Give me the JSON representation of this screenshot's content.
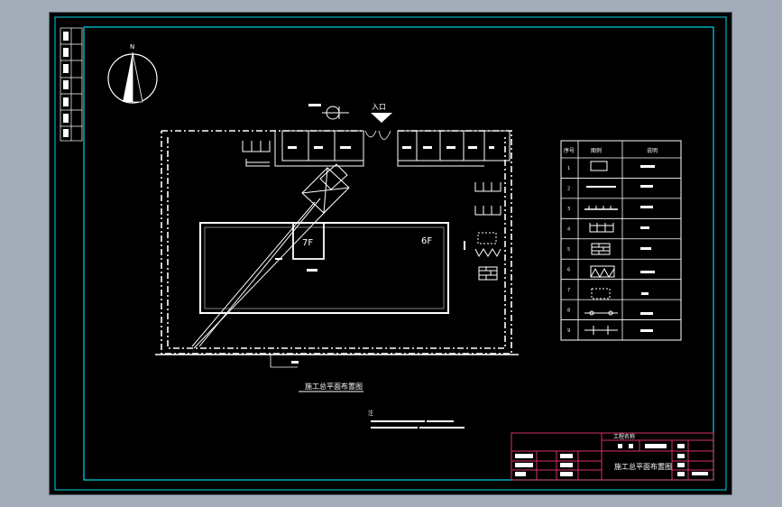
{
  "north": {
    "label": "N"
  },
  "site": {
    "entrance_label": "入口",
    "building_right_label": "6F",
    "building_left_label": "7F",
    "plan_title": "施工总平面布置图"
  },
  "legend": {
    "col_no": "序号",
    "col_symbol": "图例",
    "col_desc": "说明",
    "rows": [
      {
        "no": "1",
        "icon": "building-outline-icon"
      },
      {
        "no": "2",
        "icon": "solid-line-icon"
      },
      {
        "no": "3",
        "icon": "fence-line-icon"
      },
      {
        "no": "4",
        "icon": "rack-icon"
      },
      {
        "no": "5",
        "icon": "brick-stack-icon"
      },
      {
        "no": "6",
        "icon": "storage-pile-icon"
      },
      {
        "no": "7",
        "icon": "dashed-box-icon"
      },
      {
        "no": "8",
        "icon": "water-line-icon"
      },
      {
        "no": "9",
        "icon": "power-line-icon"
      }
    ]
  },
  "notes": {
    "heading": "注"
  },
  "title_block": {
    "project": "工程名称",
    "drawing_title": "施工总平面布置图"
  },
  "colors": {
    "frame": "#00d7e6",
    "lines": "#ffffff",
    "title_block": "#d6306b",
    "background": "#000000"
  }
}
